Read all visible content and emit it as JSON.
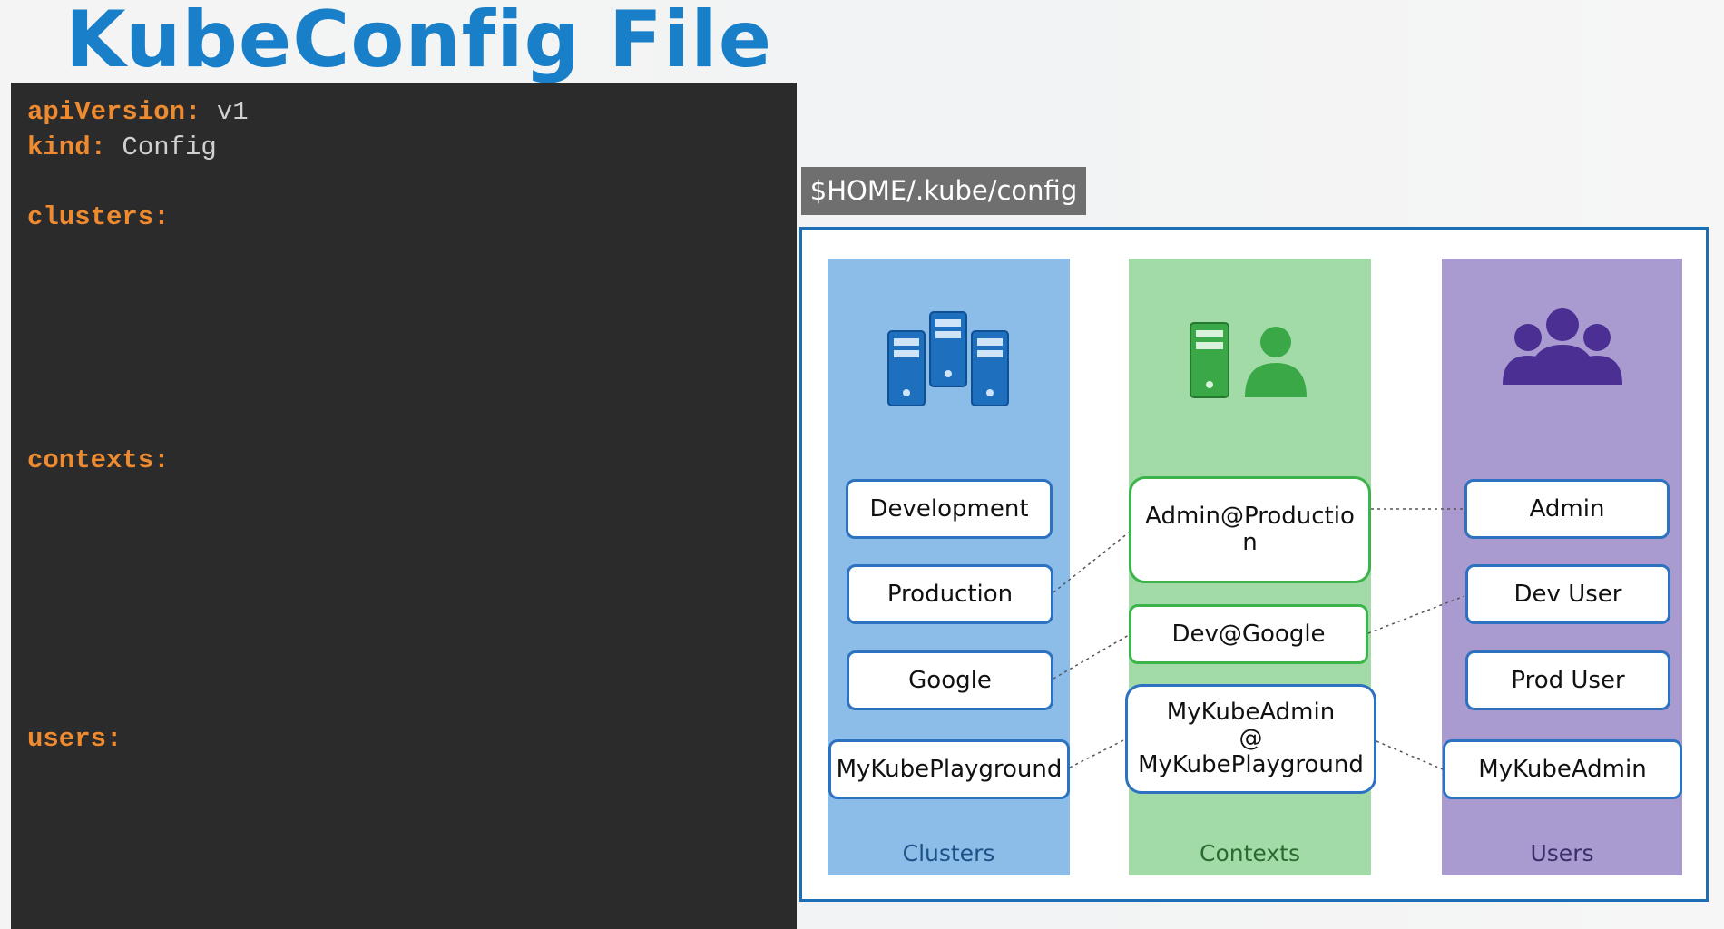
{
  "title": "KubeConfig File",
  "code": {
    "api_version_key": "apiVersion:",
    "api_version_value": " v1",
    "kind_key": "kind:",
    "kind_value": " Config",
    "clusters_key": "clusters:",
    "contexts_key": "contexts:",
    "users_key": "users:"
  },
  "config_path": "$HOME/.kube/config",
  "columns": {
    "clusters": {
      "label": "Clusters",
      "icon": "server-cluster-icon",
      "color": "#8cbde9",
      "items": [
        "Development",
        "Production",
        "Google",
        "MyKubePlayground"
      ]
    },
    "contexts": {
      "label": "Contexts",
      "icon": "server-user-icon",
      "color": "#a3dba8",
      "items": [
        "Admin@Productio\nn",
        "Dev@Google",
        "MyKubeAdmin\n@\nMyKubePlayground"
      ]
    },
    "users": {
      "label": "Users",
      "icon": "user-group-icon",
      "color": "#a99bd0",
      "items": [
        "Admin",
        "Dev User",
        "Prod User",
        "MyKubeAdmin"
      ]
    }
  },
  "colors": {
    "title": "#1a7fc9",
    "code_background": "#2b2b2b",
    "code_key": "#ee8a2f",
    "frame_border": "#1c6fb4"
  }
}
